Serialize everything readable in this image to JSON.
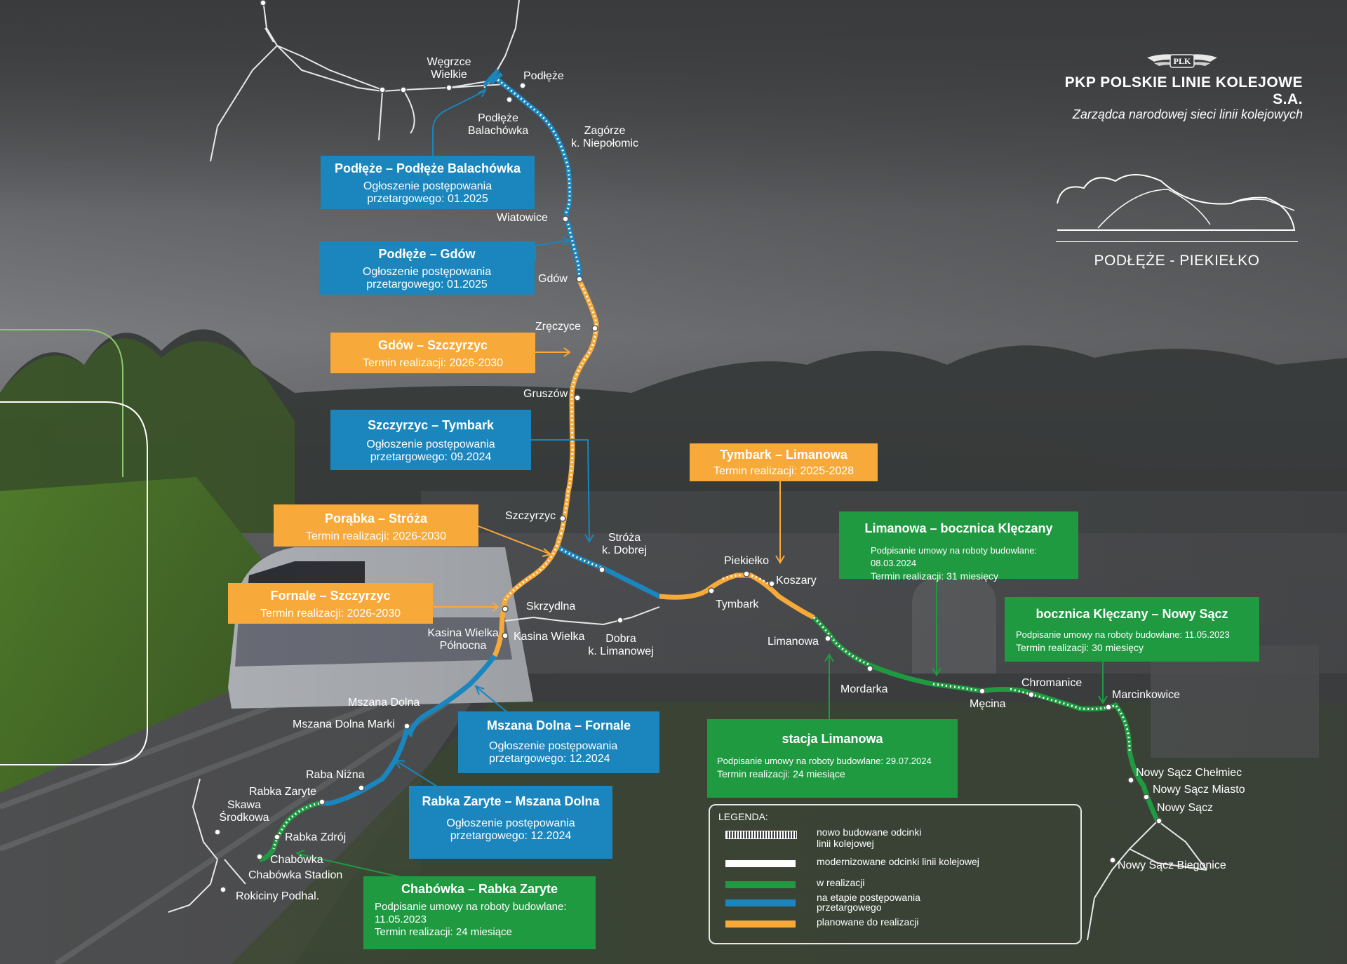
{
  "brand": {
    "logo_text": "PLK",
    "company": "PKP POLSKIE LINIE KOLEJOWE S.A.",
    "tagline": "Zarządca narodowej sieci linii kolejowych",
    "route_title": "PODŁĘŻE - PIEKIEŁKO"
  },
  "colors": {
    "blue": "#1a86bd",
    "orange": "#f7a93a",
    "green": "#1f9a41",
    "new_track": "#ffffff",
    "modernized": "#ffffff"
  },
  "panels": [
    {
      "id": "podleze-balachowka",
      "title": "Podłęże – Podłęże Balachówka",
      "lines": [
        "Ogłoszenie postępowania",
        "przetargowego: 01.2025"
      ],
      "color": "blue"
    },
    {
      "id": "podleze-gdow",
      "title": "Podłęże – Gdów",
      "lines": [
        "Ogłoszenie postępowania",
        "przetargowego: 01.2025"
      ],
      "color": "blue"
    },
    {
      "id": "gdow-szczyrzyc",
      "title": "Gdów – Szczyrzyc",
      "lines": [
        "Termin realizacji: 2026-2030"
      ],
      "color": "orange"
    },
    {
      "id": "szczyrzyc-tymbark",
      "title": "Szczyrzyc – Tymbark",
      "lines": [
        "Ogłoszenie postępowania",
        "przetargowego: 09.2024"
      ],
      "color": "blue"
    },
    {
      "id": "porabka-stroza",
      "title": "Porąbka – Stróża",
      "lines": [
        "Termin realizacji: 2026-2030"
      ],
      "color": "orange"
    },
    {
      "id": "fornale-szczyrzyc",
      "title": "Fornale – Szczyrzyc",
      "lines": [
        "Termin realizacji: 2026-2030"
      ],
      "color": "orange"
    },
    {
      "id": "mszana-fornale",
      "title": "Mszana Dolna – Fornale",
      "lines": [
        "Ogłoszenie postępowania",
        "przetargowego: 12.2024"
      ],
      "color": "blue"
    },
    {
      "id": "rabka-mszana",
      "title": "Rabka Zaryte – Mszana Dolna",
      "lines": [
        "Ogłoszenie postępowania",
        "przetargowego: 12.2024"
      ],
      "color": "blue"
    },
    {
      "id": "chabowka-rabka",
      "title": "Chabówka – Rabka Zaryte",
      "lines": [
        "Podpisanie umowy na roboty budowlane:",
        "11.05.2023",
        "Termin realizacji: 24 miesiące"
      ],
      "color": "green"
    },
    {
      "id": "tymbark-limanowa",
      "title": "Tymbark – Limanowa",
      "lines": [
        "Termin realizacji: 2025-2028"
      ],
      "color": "orange"
    },
    {
      "id": "limanowa-kleczany",
      "title": "Limanowa – bocznica Klęczany",
      "lines": [
        "Podpisanie umowy  na roboty budowlane: 08.03.2024",
        "Termin realizacji: 31 miesięcy"
      ],
      "color": "green"
    },
    {
      "id": "kleczany-nowy-sacz",
      "title": "bocznica Klęczany – Nowy Sącz",
      "lines": [
        "Podpisanie umowy na roboty budowlane: 11.05.2023",
        "Termin realizacji: 30 miesięcy"
      ],
      "color": "green"
    },
    {
      "id": "stacja-limanowa",
      "title": "stacja Limanowa",
      "lines": [
        "Podpisanie umowy na roboty budowlane: 29.07.2024",
        "Termin realizacji: 24 miesiące"
      ],
      "color": "green"
    }
  ],
  "stations": [
    {
      "name": "Węgrzce\nWielkie"
    },
    {
      "name": "Podłęże"
    },
    {
      "name": "Podłęże\nBalachówka"
    },
    {
      "name": "Zagórze\nk. Niepołomic"
    },
    {
      "name": "Wiatowice"
    },
    {
      "name": "Gdów"
    },
    {
      "name": "Zręczyce"
    },
    {
      "name": "Gruszów"
    },
    {
      "name": "Szczyrzyc"
    },
    {
      "name": "Stróża\nk. Dobrej"
    },
    {
      "name": "Skrzydlna"
    },
    {
      "name": "Kasina Wielka\nPółnocna"
    },
    {
      "name": "Kasina Wielka"
    },
    {
      "name": "Dobra\nk. Limanowej"
    },
    {
      "name": "Piekiełko"
    },
    {
      "name": "Koszary"
    },
    {
      "name": "Tymbark"
    },
    {
      "name": "Limanowa"
    },
    {
      "name": "Mordarka"
    },
    {
      "name": "Męcina"
    },
    {
      "name": "Chromanice"
    },
    {
      "name": "Marcinkowice"
    },
    {
      "name": "Nowy Sącz Chełmiec"
    },
    {
      "name": "Nowy Sącz Miasto"
    },
    {
      "name": "Nowy Sącz"
    },
    {
      "name": "Nowy Sącz Biegonice"
    },
    {
      "name": "Mszana Dolna"
    },
    {
      "name": "Mszana Dolna Marki"
    },
    {
      "name": "Raba Niżna"
    },
    {
      "name": "Rabka Zaryte"
    },
    {
      "name": "Skawa\nŚrodkowa"
    },
    {
      "name": "Rabka Zdrój"
    },
    {
      "name": "Chabówka"
    },
    {
      "name": "Chabówka Stadion"
    },
    {
      "name": "Rokiciny Podhal."
    }
  ],
  "legend": {
    "title": "LEGENDA:",
    "items": [
      {
        "label": "nowo budowane odcinki\nlinii kolejowej",
        "style": "new"
      },
      {
        "label": "modernizowane odcinki linii kolejowej",
        "style": "modernized"
      },
      {
        "label": "w realizacji",
        "style": "green"
      },
      {
        "label": "na etapie postępowania\nprzetargowego",
        "style": "blue"
      },
      {
        "label": "planowane do realizacji",
        "style": "orange"
      }
    ]
  }
}
